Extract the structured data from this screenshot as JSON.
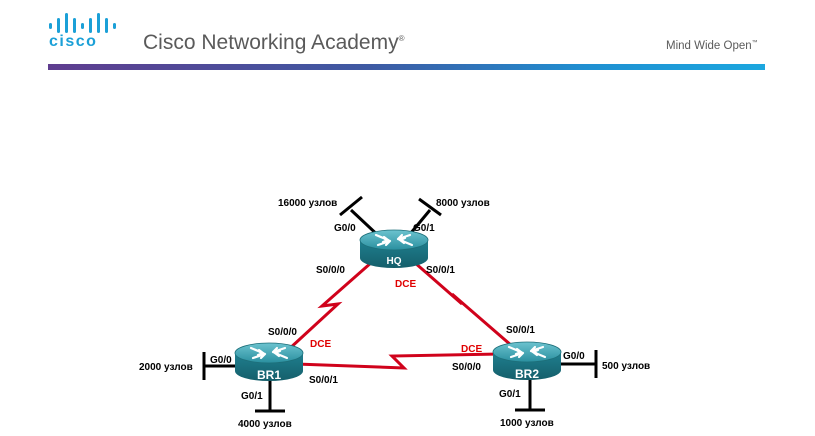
{
  "header": {
    "logo_word": "cisco",
    "academy_title": "Cisco Networking Academy",
    "academy_mark": "®",
    "tagline": "Mind Wide Open",
    "tagline_mark": "™",
    "brand_color": "#1ba0d7"
  },
  "diagram": {
    "link_color": "#d0021b",
    "router_color": "#2a8f9f",
    "routers": [
      {
        "id": "hq",
        "name": "HQ"
      },
      {
        "id": "br1",
        "name": "BR1"
      },
      {
        "id": "br2",
        "name": "BR2"
      }
    ],
    "lans": {
      "hq_g00": {
        "interface": "G0/0",
        "hosts": "16000 узлов"
      },
      "hq_g01": {
        "interface": "G0/1",
        "hosts": "8000 узлов"
      },
      "br1_g00": {
        "interface": "G0/0",
        "hosts": "2000 узлов"
      },
      "br1_g01": {
        "interface": "G0/1",
        "hosts": "4000 узлов"
      },
      "br2_g00": {
        "interface": "G0/0",
        "hosts": "500 узлов"
      },
      "br2_g01": {
        "interface": "G0/1",
        "hosts": "1000 узлов"
      }
    },
    "serial_links": {
      "hq_br1": {
        "hq_if": "S0/0/0",
        "br1_if": "S0/0/0",
        "dce": "DCE"
      },
      "hq_br2": {
        "hq_if": "S0/0/1",
        "br2_if": "S0/0/1",
        "dce": "DCE"
      },
      "br1_br2": {
        "br1_if": "S0/0/1",
        "br2_if": "S0/0/0",
        "dce": "DCE"
      }
    }
  }
}
